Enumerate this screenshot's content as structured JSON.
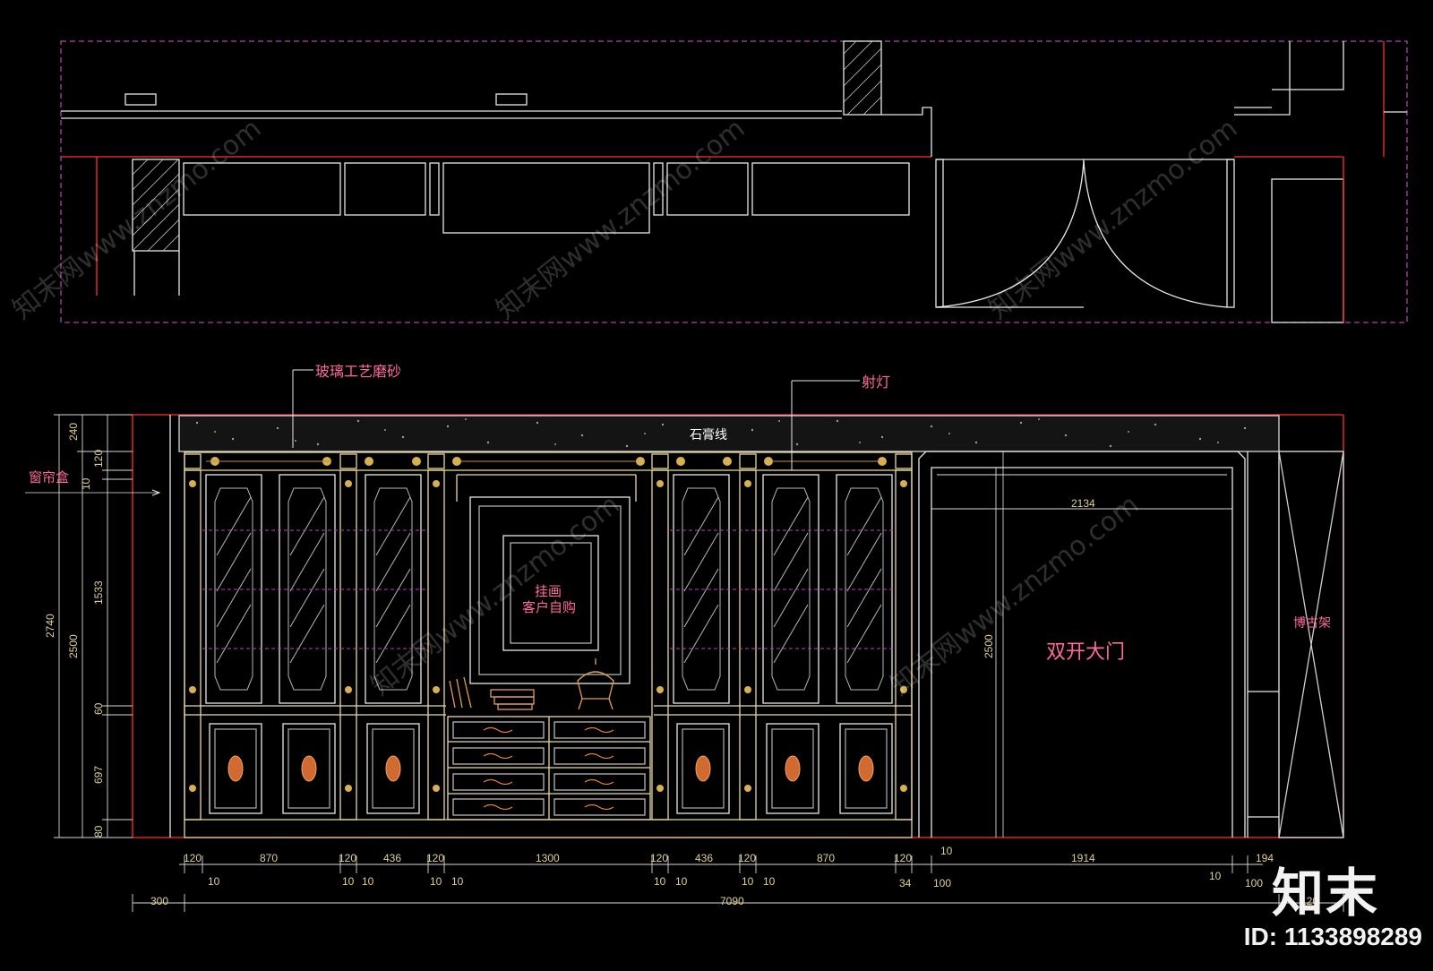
{
  "labels": {
    "frosted_glass": "玻璃工艺磨砂",
    "spotlight": "射灯",
    "plaster_line": "石膏线",
    "curtain_box": "窗帘盒",
    "painting_line1": "挂画",
    "painting_line2": "客户自购",
    "double_door": "双开大门",
    "curio_shelf": "博古架"
  },
  "dimensions": {
    "vertical_left": [
      "2740",
      "2500",
      "240",
      "120",
      "10",
      "1533",
      "60",
      "697",
      "80"
    ],
    "door_width": "2134",
    "door_height": "2500",
    "bottom_top_row": [
      "120",
      "870",
      "120",
      "436",
      "120",
      "1300",
      "120",
      "436",
      "120",
      "870",
      "120",
      "10",
      "1914",
      "194"
    ],
    "bottom_small": [
      "10",
      "10",
      "10",
      "10",
      "10",
      "10",
      "10",
      "10",
      "10",
      "34",
      "100",
      "10",
      "100"
    ],
    "overall_left": "300",
    "overall_total": "7090",
    "overall_right": "120"
  },
  "watermark": {
    "site_text": "知末网www.znzmo.com",
    "brand": "知末",
    "id_text": "ID: 1133898289"
  },
  "colors": {
    "background": "#000000",
    "line_white": "#e8e8e8",
    "line_gold": "#e8d9a0",
    "line_red": "#ff3030",
    "magenta_dash": "#c040c0",
    "label_pink": "#ff6a9a",
    "dim_gold": "#e0d090"
  }
}
